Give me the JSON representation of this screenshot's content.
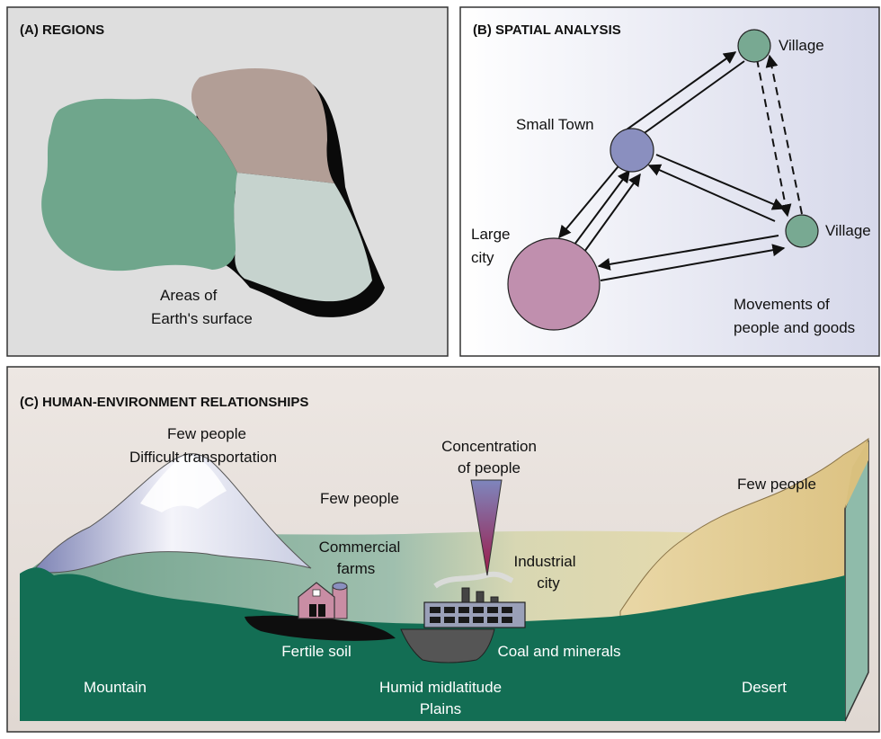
{
  "panel_a": {
    "title": "(A) REGIONS",
    "caption_line1": "Areas of",
    "caption_line2": "Earth's surface",
    "colors": {
      "green": "#6fa68c",
      "brown": "#b29e96",
      "grey": "#c6d3ce"
    }
  },
  "panel_b": {
    "title": "(B) SPATIAL ANALYSIS",
    "village_top": "Village",
    "small_town": "Small Town",
    "village_right": "Village",
    "large_city_line1": "Large",
    "large_city_line2": "city",
    "movements_line1": "Movements of",
    "movements_line2": "people and goods",
    "colors": {
      "village": "#78a992",
      "town": "#8a8fbf",
      "city": "#c08fae"
    }
  },
  "panel_c": {
    "title": "(C) HUMAN-ENVIRONMENT RELATIONSHIPS",
    "few_people_mountain": "Few people",
    "difficult_transport": "Difficult transportation",
    "few_people_center": "Few people",
    "concentration_line1": "Concentration",
    "concentration_line2": "of people",
    "few_people_desert": "Few people",
    "commercial_line1": "Commercial",
    "commercial_line2": "farms",
    "industrial_line1": "Industrial",
    "industrial_line2": "city",
    "fertile_soil": "Fertile soil",
    "coal_minerals": "Coal and minerals",
    "mountain": "Mountain",
    "plains_line1": "Humid midlatitude",
    "plains_line2": "Plains",
    "desert": "Desert",
    "colors": {
      "ground": "#136e54",
      "plain": "#86ae9a",
      "desert": "#e7d39f"
    }
  }
}
